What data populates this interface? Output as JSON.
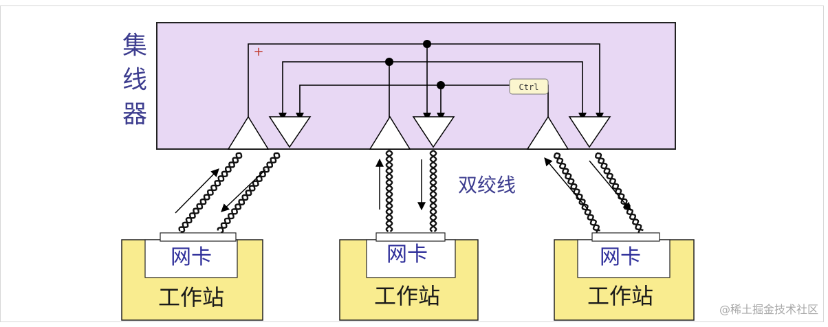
{
  "diagram": {
    "hub_label": "集线器",
    "cable_label": "双绞线",
    "ctrl_tooltip": "Ctrl",
    "plus_marker": "+",
    "watermark": "@稀土掘金技术社区",
    "workstations": [
      {
        "nic_label": "网卡",
        "station_label": "工作站"
      },
      {
        "nic_label": "网卡",
        "station_label": "工作站"
      },
      {
        "nic_label": "网卡",
        "station_label": "工作站"
      }
    ],
    "colors": {
      "hub_fill": "#e8d8f4",
      "hub_border": "#222222",
      "station_fill": "#f9ec8f",
      "text_blue": "#3d3d8f",
      "plus": "#c0392b"
    }
  }
}
